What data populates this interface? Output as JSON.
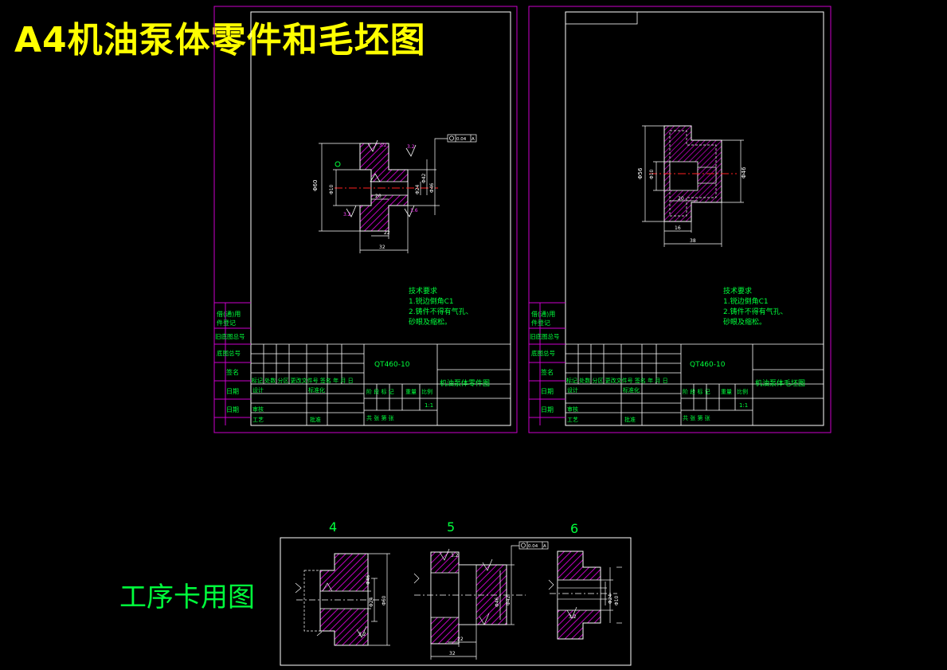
{
  "header": {
    "title": "A4机油泵体零件和毛坯图"
  },
  "bottom": {
    "title": "工序卡用图",
    "steps": [
      "4",
      "5",
      "6"
    ]
  },
  "left_sheet": {
    "material": "QT460-10",
    "drawing_name": "机油泵体零件图",
    "scale": "1:1",
    "tech_req": {
      "heading": "技术要求",
      "line1": "1.锐边倒角C1",
      "line2": "2.铸件不得有气孔、",
      "line3": "砂眼及缩松。"
    },
    "side_labels": [
      "借(通)用",
      "件登记",
      "旧底图总号",
      "底图总号",
      "签名",
      "日期",
      "日期"
    ],
    "row_header": "标记 处数 分区 更改文件号 签名 年 月 日",
    "cells": [
      "设计",
      "标准化",
      "审核",
      "工艺",
      "批准",
      "阶 段 标 记",
      "重量",
      "比例",
      "共 张 第 张"
    ],
    "dims": [
      "Φ60",
      "Φ10",
      "Φ24",
      "Φ42",
      "Φ46",
      "20",
      "22",
      "32"
    ],
    "finish": [
      "3.2",
      "3.2",
      "3.2",
      "1.6"
    ],
    "tolerance": {
      "value": "0.04",
      "datum": "A"
    }
  },
  "right_sheet": {
    "material": "QT460-10",
    "drawing_name": "机油泵体毛坯图",
    "scale": "1:1",
    "tech_req": {
      "heading": "技术要求",
      "line1": "1.锐边倒角C1",
      "line2": "2.铸件不得有气孔、",
      "line3": "砂眼及缩松。"
    },
    "side_labels": [
      "借(通)用",
      "件登记",
      "旧底图总号",
      "底图总号",
      "签名",
      "日期",
      "日期"
    ],
    "row_header": "标记 处数 分区 更改文件号 签名 年 月 日",
    "cells": [
      "设计",
      "标准化",
      "审核",
      "工艺",
      "批准",
      "阶 段 标 记",
      "重量",
      "比例",
      "共 张 第 张"
    ],
    "dims": [
      "Φ56",
      "Φ10",
      "Φ46",
      "20",
      "16",
      "38"
    ]
  },
  "process": {
    "dims_a": [
      "Φ60",
      "Φ24",
      "Φ46"
    ],
    "dims_b": [
      "Φ42",
      "Φ46",
      "22",
      "32"
    ],
    "dims_c": [
      "Φ10",
      "Φ24"
    ],
    "finish": [
      "3.2",
      "3.2",
      "3.2"
    ],
    "tolerance": {
      "value": "0.04",
      "datum": "A"
    }
  },
  "colors": {
    "frame": "#cc00cc",
    "line": "#ffffff",
    "text": "#00ff3c",
    "title": "#ffff00",
    "hatch": "#b000b0",
    "center": "#ff2020"
  }
}
